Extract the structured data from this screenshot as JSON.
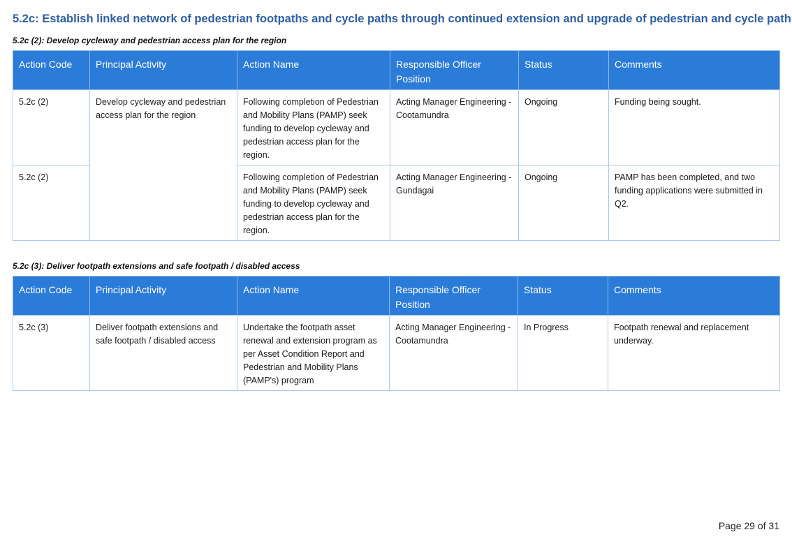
{
  "section_title": "5.2c: Establish linked network of pedestrian footpaths and cycle paths through continued extension and upgrade of pedestrian and cycle paths",
  "tables": [
    {
      "subheading": "5.2c (2): Develop cycleway and pedestrian access plan for the region",
      "headers": [
        "Action Code",
        "Principal Activity",
        "Action Name",
        "Responsible Officer Position",
        "Status",
        "Comments"
      ],
      "principal_activity": "Develop cycleway and pedestrian access plan for the region",
      "rows": [
        {
          "code": "5.2c (2)",
          "action": "Following completion of Pedestrian and Mobility Plans (PAMP) seek funding to develop cycleway and pedestrian access plan for the region.",
          "officer": "Acting Manager Engineering - Cootamundra",
          "status": "Ongoing",
          "comments": "Funding being sought."
        },
        {
          "code": "5.2c (2)",
          "action": "Following completion of Pedestrian and Mobility Plans (PAMP) seek funding to develop cycleway and pedestrian access plan for the region.",
          "officer": "Acting Manager Engineering - Gundagai",
          "status": "Ongoing",
          "comments": "PAMP has been completed, and two funding applications were submitted in Q2."
        }
      ]
    },
    {
      "subheading": "5.2c (3): Deliver footpath extensions and safe footpath / disabled access",
      "headers": [
        "Action Code",
        "Principal Activity",
        "Action Name",
        "Responsible Officer Position",
        "Status",
        "Comments"
      ],
      "rows": [
        {
          "code": "5.2c (3)",
          "activity": "Deliver footpath extensions and safe footpath / disabled access",
          "action": "Undertake the footpath asset renewal and extension program as per Asset Condition Report and Pedestrian and Mobility Plans (PAMP's) program",
          "officer": "Acting Manager Engineering - Cootamundra",
          "status": "In Progress",
          "comments": "Footpath renewal and replacement underway."
        }
      ]
    }
  ],
  "page_number": "Page 29 of 31"
}
